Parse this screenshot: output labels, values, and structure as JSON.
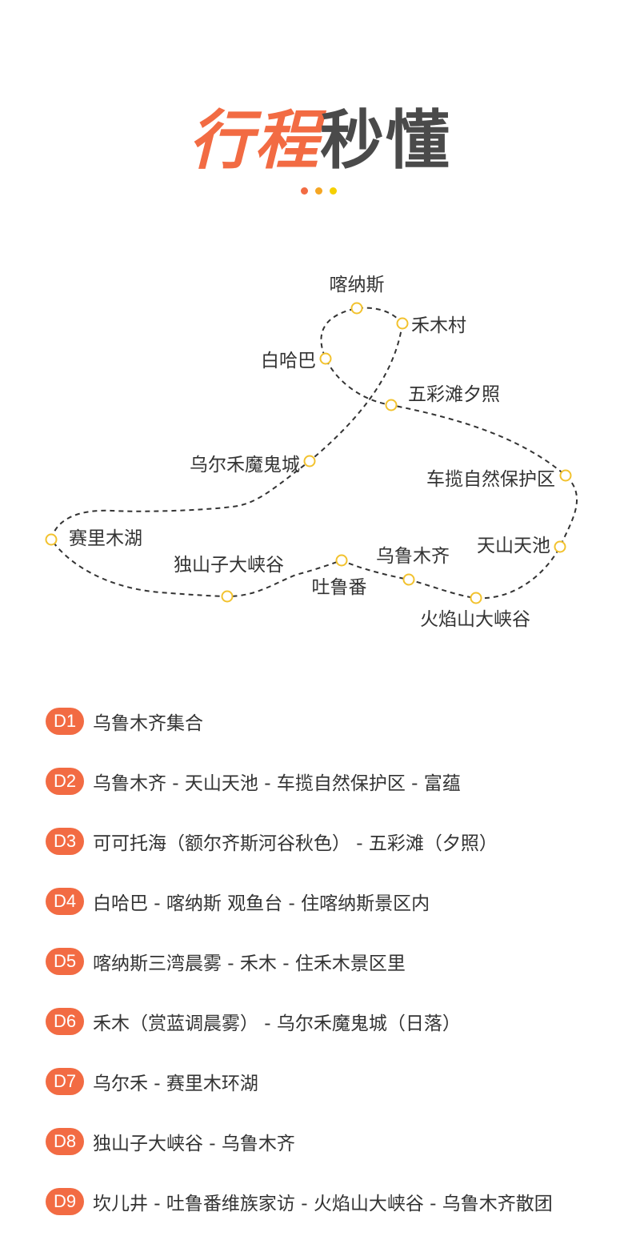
{
  "title": {
    "part1": "行程",
    "part2": "秒懂"
  },
  "colors": {
    "accent": "#f26b43",
    "dot2": "#f5a623",
    "dot3": "#f5d000",
    "node": "#f2c22e",
    "route": "#333333"
  },
  "map": {
    "stops": [
      {
        "name": "喀纳斯"
      },
      {
        "name": "禾木村"
      },
      {
        "name": "白哈巴"
      },
      {
        "name": "五彩滩夕照"
      },
      {
        "name": "车揽自然保护区"
      },
      {
        "name": "乌尔禾魔鬼城"
      },
      {
        "name": "赛里木湖"
      },
      {
        "name": "天山天池"
      },
      {
        "name": "乌鲁木齐"
      },
      {
        "name": "独山子大峡谷"
      },
      {
        "name": "吐鲁番"
      },
      {
        "name": "火焰山大峡谷"
      }
    ]
  },
  "itinerary": [
    {
      "day": "D1",
      "text": "乌鲁木齐集合"
    },
    {
      "day": "D2",
      "text": "乌鲁木齐 - 天山天池 - 车揽自然保护区 - 富蕴"
    },
    {
      "day": "D3",
      "text": "可可托海（额尔齐斯河谷秋色） - 五彩滩（夕照）"
    },
    {
      "day": "D4",
      "text": "白哈巴 - 喀纳斯 观鱼台 - 住喀纳斯景区内"
    },
    {
      "day": "D5",
      "text": "喀纳斯三湾晨雾 - 禾木 - 住禾木景区里"
    },
    {
      "day": "D6",
      "text": "禾木（赏蓝调晨雾） - 乌尔禾魔鬼城（日落）"
    },
    {
      "day": "D7",
      "text": "乌尔禾 - 赛里木环湖"
    },
    {
      "day": "D8",
      "text": "独山子大峡谷 - 乌鲁木齐"
    },
    {
      "day": "D9",
      "text": "坎儿井 - 吐鲁番维族家访 - 火焰山大峡谷 - 乌鲁木齐散团"
    }
  ]
}
